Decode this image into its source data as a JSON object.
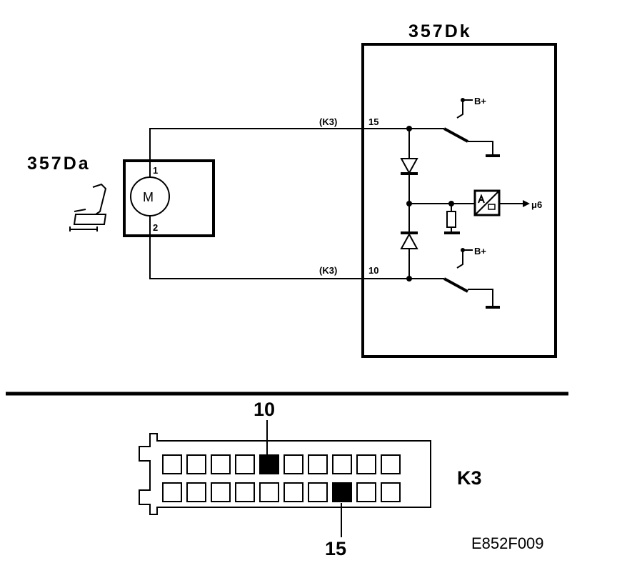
{
  "ecu": {
    "label": "357Dk"
  },
  "motor": {
    "label": "357Da",
    "symbol": "M",
    "pin1": "1",
    "pin2": "2"
  },
  "wires": [
    {
      "connector": "(K3)",
      "pin": "15"
    },
    {
      "connector": "(K3)",
      "pin": "10"
    }
  ],
  "supply": {
    "top": "B+",
    "bottom": "B+"
  },
  "output": {
    "label": "μ6"
  },
  "connector": {
    "name": "K3",
    "top_pin": "10",
    "bottom_pin": "15",
    "top_row_cavities": 10,
    "bottom_row_cavities": 10,
    "top_filled_index": 4,
    "bottom_filled_index": 7
  },
  "figure_code": "E852F009"
}
